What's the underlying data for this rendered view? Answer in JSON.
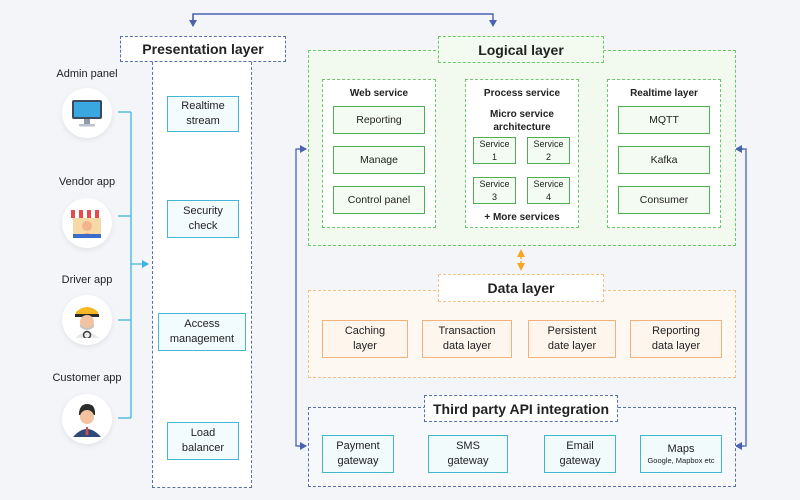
{
  "apps": [
    {
      "label": "Admin panel",
      "icon": "monitor-icon"
    },
    {
      "label": "Vendor app",
      "icon": "vendor-store-icon"
    },
    {
      "label": "Driver app",
      "icon": "driver-icon"
    },
    {
      "label": "Customer app",
      "icon": "customer-icon"
    }
  ],
  "presentation": {
    "title": "Presentation layer",
    "items": [
      {
        "line1": "Realtime",
        "line2": "stream"
      },
      {
        "line1": "Security",
        "line2": "check"
      },
      {
        "line1": "Access",
        "line2": "management"
      },
      {
        "line1": "Load",
        "line2": "balancer"
      }
    ]
  },
  "logical": {
    "title": "Logical layer",
    "web": {
      "title": "Web service",
      "items": [
        "Reporting",
        "Manage",
        "Control panel"
      ]
    },
    "process": {
      "title": "Process service",
      "subtitle_line1": "Micro service",
      "subtitle_line2": "architecture",
      "services": [
        {
          "line1": "Service",
          "line2": "1"
        },
        {
          "line1": "Service",
          "line2": "2"
        },
        {
          "line1": "Service",
          "line2": "3"
        },
        {
          "line1": "Service",
          "line2": "4"
        }
      ],
      "more": "+ More services"
    },
    "realtime": {
      "title": "Realtime layer",
      "items": [
        "MQTT",
        "Kafka",
        "Consumer"
      ]
    }
  },
  "data_layer": {
    "title": "Data layer",
    "items": [
      {
        "line1": "Caching",
        "line2": "layer"
      },
      {
        "line1": "Transaction",
        "line2": "data layer"
      },
      {
        "line1": "Persistent",
        "line2": "date layer"
      },
      {
        "line1": "Reporting",
        "line2": "data layer"
      }
    ]
  },
  "third_party": {
    "title": "Third party API integration",
    "items": [
      {
        "line1": "Payment",
        "line2": "gateway",
        "note": ""
      },
      {
        "line1": "SMS",
        "line2": "gateway",
        "note": ""
      },
      {
        "line1": "Email",
        "line2": "gateway",
        "note": ""
      },
      {
        "line1": "Maps",
        "line2": "",
        "note": "Google, Mapbox etc"
      }
    ]
  },
  "colors": {
    "blue_connector": "#4a63b0",
    "cyan_connector": "#3db6dc",
    "green_connector": "#48ad48",
    "orange_connector": "#f5a623"
  }
}
